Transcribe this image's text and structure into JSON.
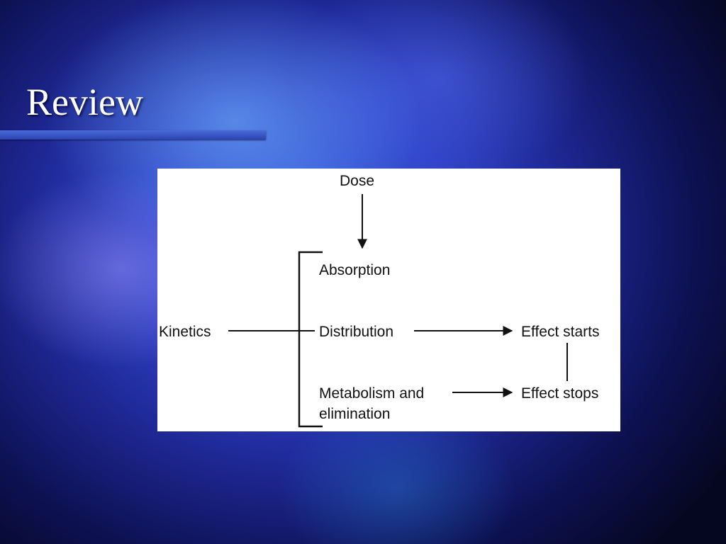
{
  "slide": {
    "title": "Review"
  },
  "diagram": {
    "dose": "Dose",
    "absorption": "Absorption",
    "kinetics": "Kinetics",
    "distribution": "Distribution",
    "metabolism_line1": "Metabolism and",
    "metabolism_line2": "elimination",
    "effect_starts": "Effect starts",
    "effect_stops": "Effect stops"
  }
}
